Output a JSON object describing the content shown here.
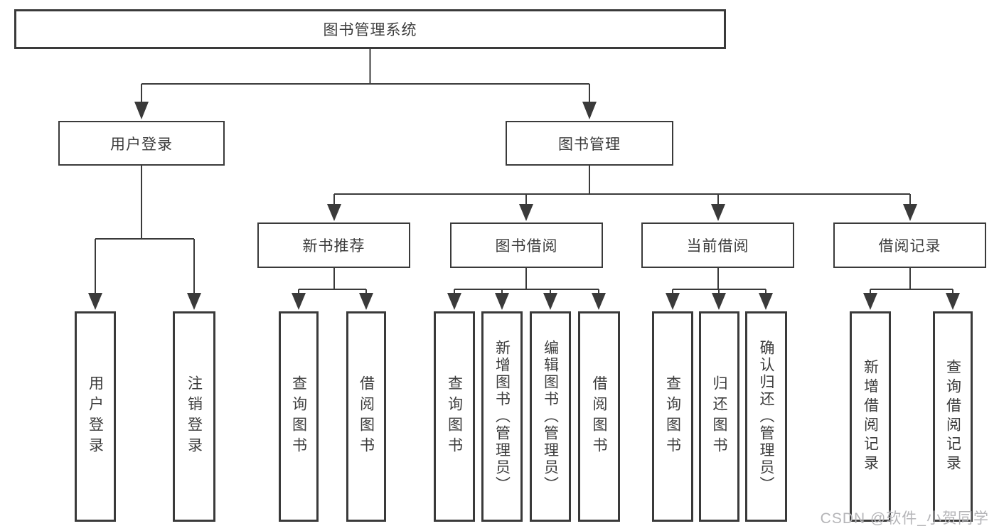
{
  "tree": {
    "root": {
      "label": "图书管理系统"
    },
    "branches": [
      {
        "label": "用户登录",
        "children": [
          {
            "label": "用户登录"
          },
          {
            "label": "注销登录"
          }
        ]
      },
      {
        "label": "图书管理",
        "children": [
          {
            "label": "新书推荐",
            "children": [
              {
                "label": "查询图书"
              },
              {
                "label": "借阅图书"
              }
            ]
          },
          {
            "label": "图书借阅",
            "children": [
              {
                "label": "查询图书"
              },
              {
                "label": "新增图书（管理员）"
              },
              {
                "label": "编辑图书（管理员）"
              },
              {
                "label": "借阅图书"
              }
            ]
          },
          {
            "label": "当前借阅",
            "children": [
              {
                "label": "查询图书"
              },
              {
                "label": "归还图书"
              },
              {
                "label": "确认归还（管理员）"
              }
            ]
          },
          {
            "label": "借阅记录",
            "children": [
              {
                "label": "新增借阅记录"
              },
              {
                "label": "查询借阅记录"
              }
            ]
          }
        ]
      }
    ]
  },
  "watermark": {
    "text": "CSDN @软件_小贺同学"
  },
  "colors": {
    "line": "#3a3a3a",
    "text": "#3c3c3c",
    "box_background": "#ffffff",
    "watermark": "#b5b5b8",
    "background": "#ffffff"
  }
}
